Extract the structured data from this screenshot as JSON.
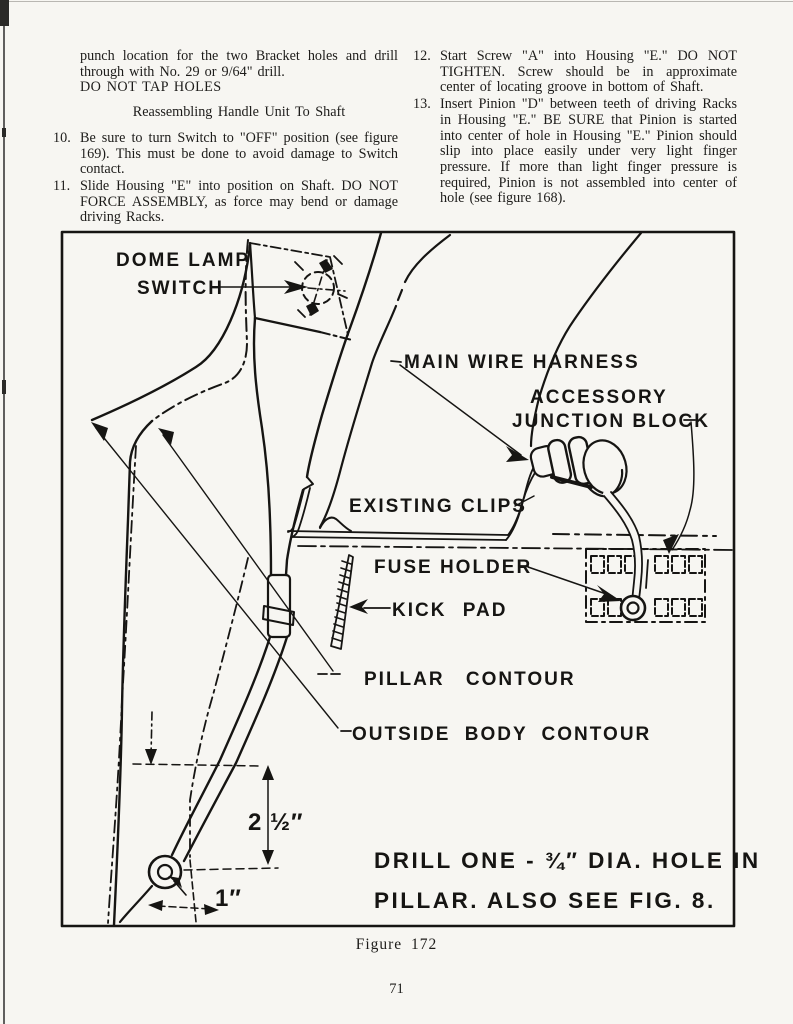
{
  "page": {
    "page_number": "71"
  },
  "text_columns": {
    "left": {
      "intro": "punch location for the two Bracket holes and drill through with No. 29 or 9/64\" drill.",
      "intro_note": "DO NOT TAP HOLES",
      "heading": "Reassembling Handle Unit To Shaft",
      "items": [
        {
          "num": "10.",
          "text": "Be sure to turn Switch to \"OFF\" position (see figure 169). This must be done to avoid damage to Switch contact."
        },
        {
          "num": "11.",
          "text": "Slide Housing \"E\" into position on Shaft. DO NOT FORCE ASSEMBLY, as force may bend or damage driving Racks."
        }
      ]
    },
    "right": {
      "items": [
        {
          "num": "12.",
          "text": "Start Screw \"A\" into Housing \"E.\" DO NOT TIGHTEN. Screw should be in approximate center of locating groove in bottom of Shaft."
        },
        {
          "num": "13.",
          "text": "Insert Pinion \"D\" between teeth of driving Racks in Housing \"E.\" BE SURE that Pinion is started into center of hole in Housing \"E.\" Pinion should slip into place easily under very light finger pressure. If more than light finger pressure is required, Pinion is not assembled into center of hole (see figure 168)."
        }
      ]
    }
  },
  "figure": {
    "caption": "Figure 172",
    "labels": {
      "dome_lamp_line1": "DOME LAMP",
      "dome_lamp_line2": "SWITCH",
      "main_wire_harness": "MAIN WIRE HARNESS",
      "accessory_line1": "ACCESSORY",
      "accessory_line2": "JUNCTION BLOCK",
      "existing_clips": "EXISTING CLIPS",
      "fuse_holder": "FUSE HOLDER",
      "kick_pad": "KICK PAD",
      "pillar_contour": "PILLAR CONTOUR",
      "outside_body_contour": "OUTSIDE BODY CONTOUR",
      "drill_note_line1": "DRILL ONE - ¾″ DIA. HOLE IN",
      "drill_note_line2": "PILLAR. ALSO SEE FIG. 8.",
      "dim_vertical": "2 ½″",
      "dim_horizontal": "1″"
    }
  }
}
